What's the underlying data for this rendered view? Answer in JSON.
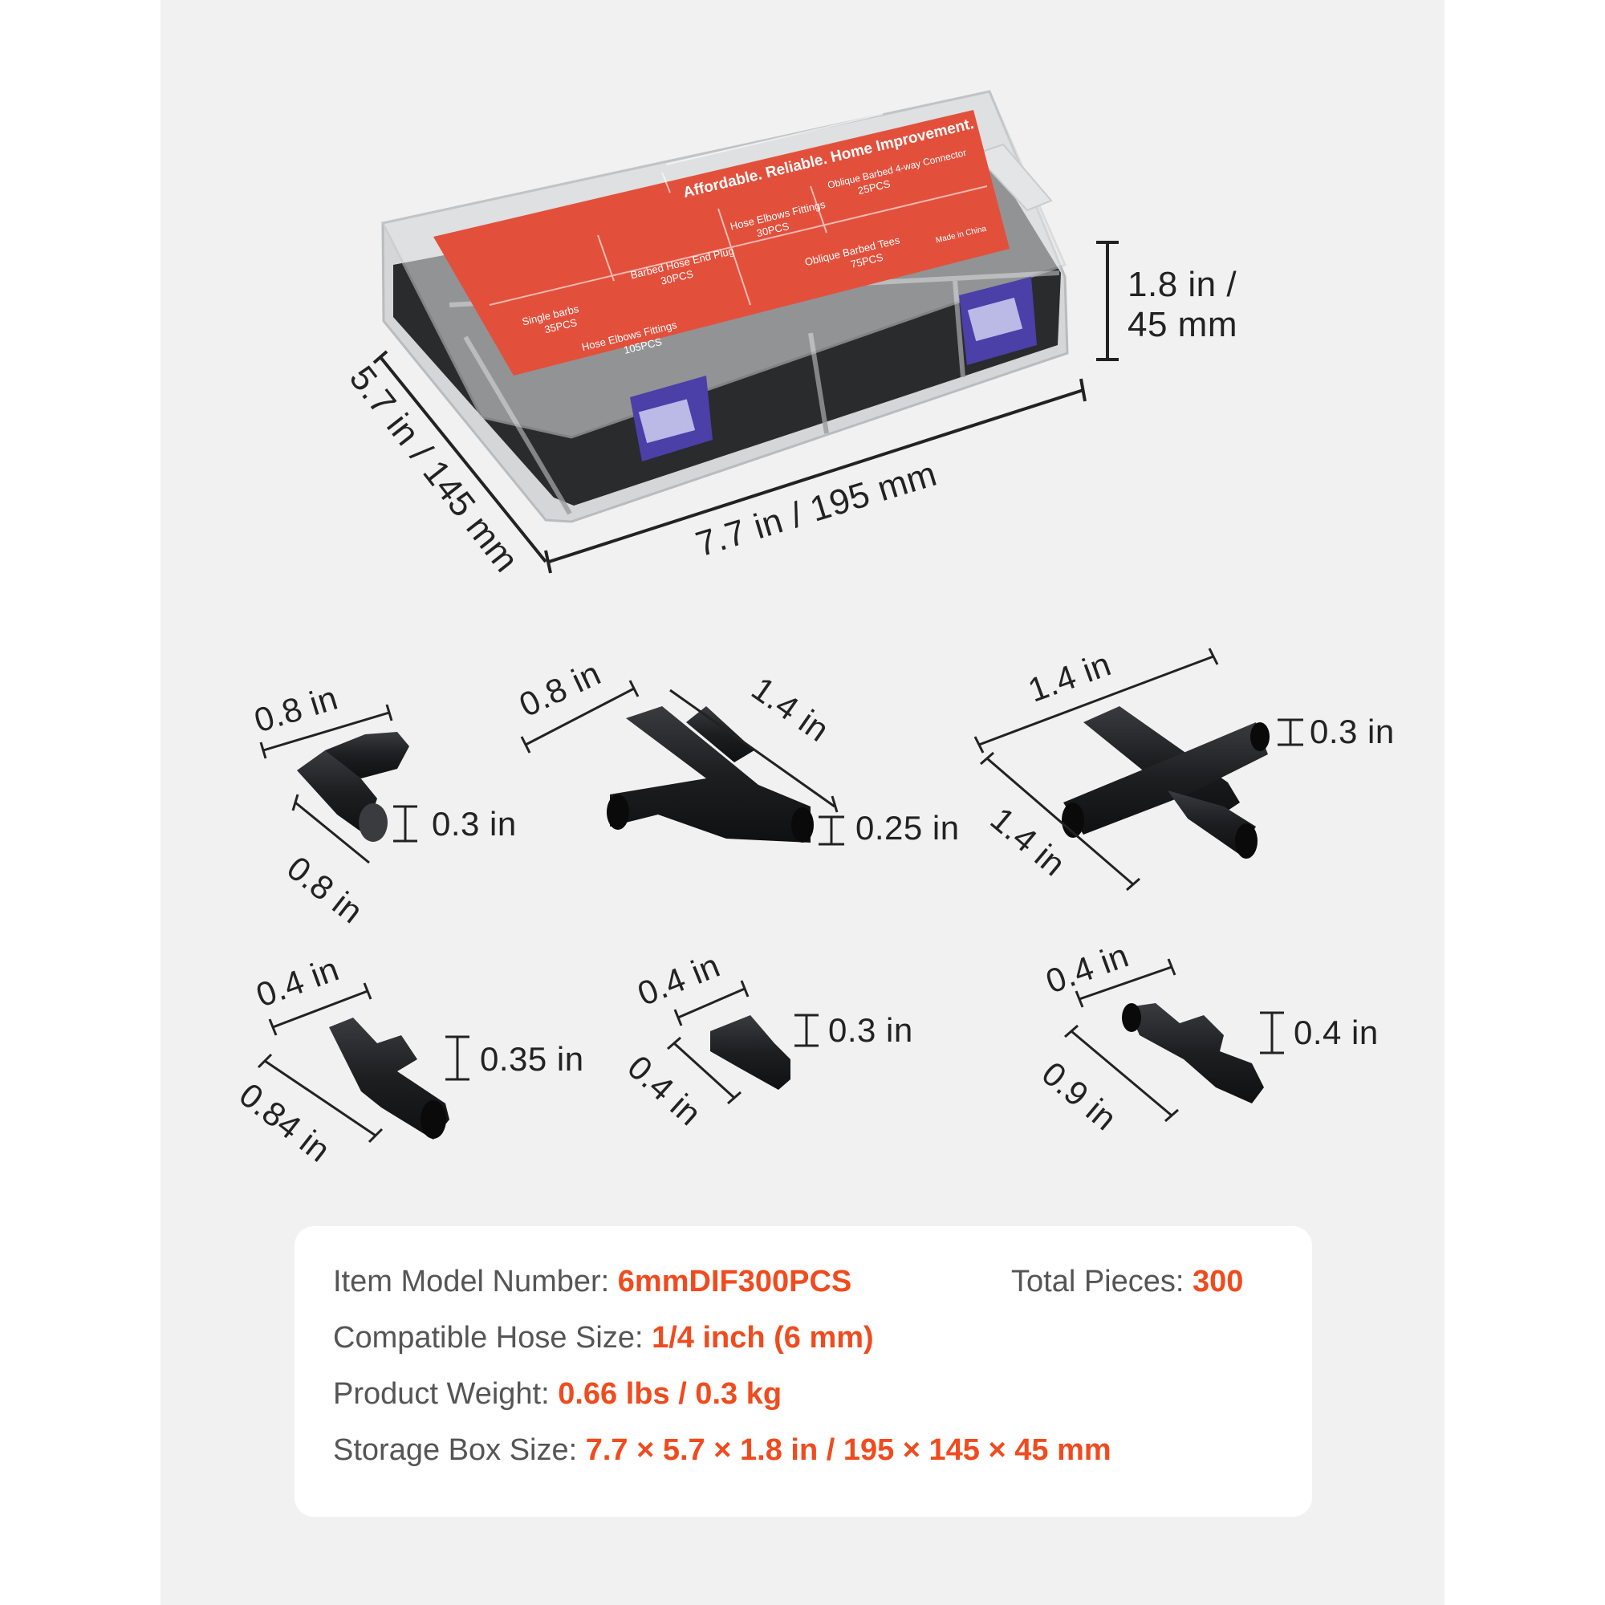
{
  "colors": {
    "background": "#f1f1f1",
    "card": "#ffffff",
    "accent": "#f04b1e",
    "label_red": "#e2503c",
    "latch": "#4b3fa8",
    "fitting": "#1d1e20",
    "text": "#222222"
  },
  "box_label": {
    "slogan": "Affordable. Reliable. Home Improvement.",
    "compartments": [
      {
        "name": "Single barbs",
        "qty": "35PCS"
      },
      {
        "name": "Barbed Hose End Plug",
        "qty": "30PCS"
      },
      {
        "name": "Hose Elbows Fittings",
        "qty": "30PCS"
      },
      {
        "name": "Oblique Barbed 4-way Connector",
        "qty": "25PCS"
      },
      {
        "name": "Hose Elbows Fittings",
        "qty": "105PCS"
      },
      {
        "name": "Oblique Barbed Tees",
        "qty": "75PCS"
      }
    ],
    "origin": "Made in China"
  },
  "box_dimensions": {
    "height": "1.8 in / 45 mm",
    "height_line1": "1.8 in /",
    "height_line2": "45 mm",
    "width": "7.7 in / 195 mm",
    "depth": "5.7 in / 145 mm"
  },
  "fittings": [
    {
      "name": "elbow",
      "dims": [
        "0.8 in",
        "0.8 in",
        "0.3 in"
      ]
    },
    {
      "name": "tee",
      "dims": [
        "0.8 in",
        "1.4 in",
        "0.25 in"
      ]
    },
    {
      "name": "cross",
      "dims": [
        "1.4 in",
        "1.4 in",
        "0.3 in"
      ]
    },
    {
      "name": "single-barb",
      "dims": [
        "0.4 in",
        "0.84 in",
        "0.35 in"
      ]
    },
    {
      "name": "end-plug",
      "dims": [
        "0.4 in",
        "0.4 in",
        "0.3 in"
      ]
    },
    {
      "name": "coupling",
      "dims": [
        "0.4 in",
        "0.9 in",
        "0.4 in"
      ]
    }
  ],
  "specs": {
    "model_label": "Item Model Number: ",
    "model_value": "6mmDIF300PCS",
    "total_label": "Total Pieces: ",
    "total_value": "300",
    "hose_label": "Compatible Hose Size: ",
    "hose_value": "1/4 inch (6 mm)",
    "weight_label": "Product Weight: ",
    "weight_value": "0.66 lbs / 0.3 kg",
    "box_label": "Storage Box Size: ",
    "box_value": "7.7 × 5.7 × 1.8 in / 195 × 145 × 45 mm"
  }
}
